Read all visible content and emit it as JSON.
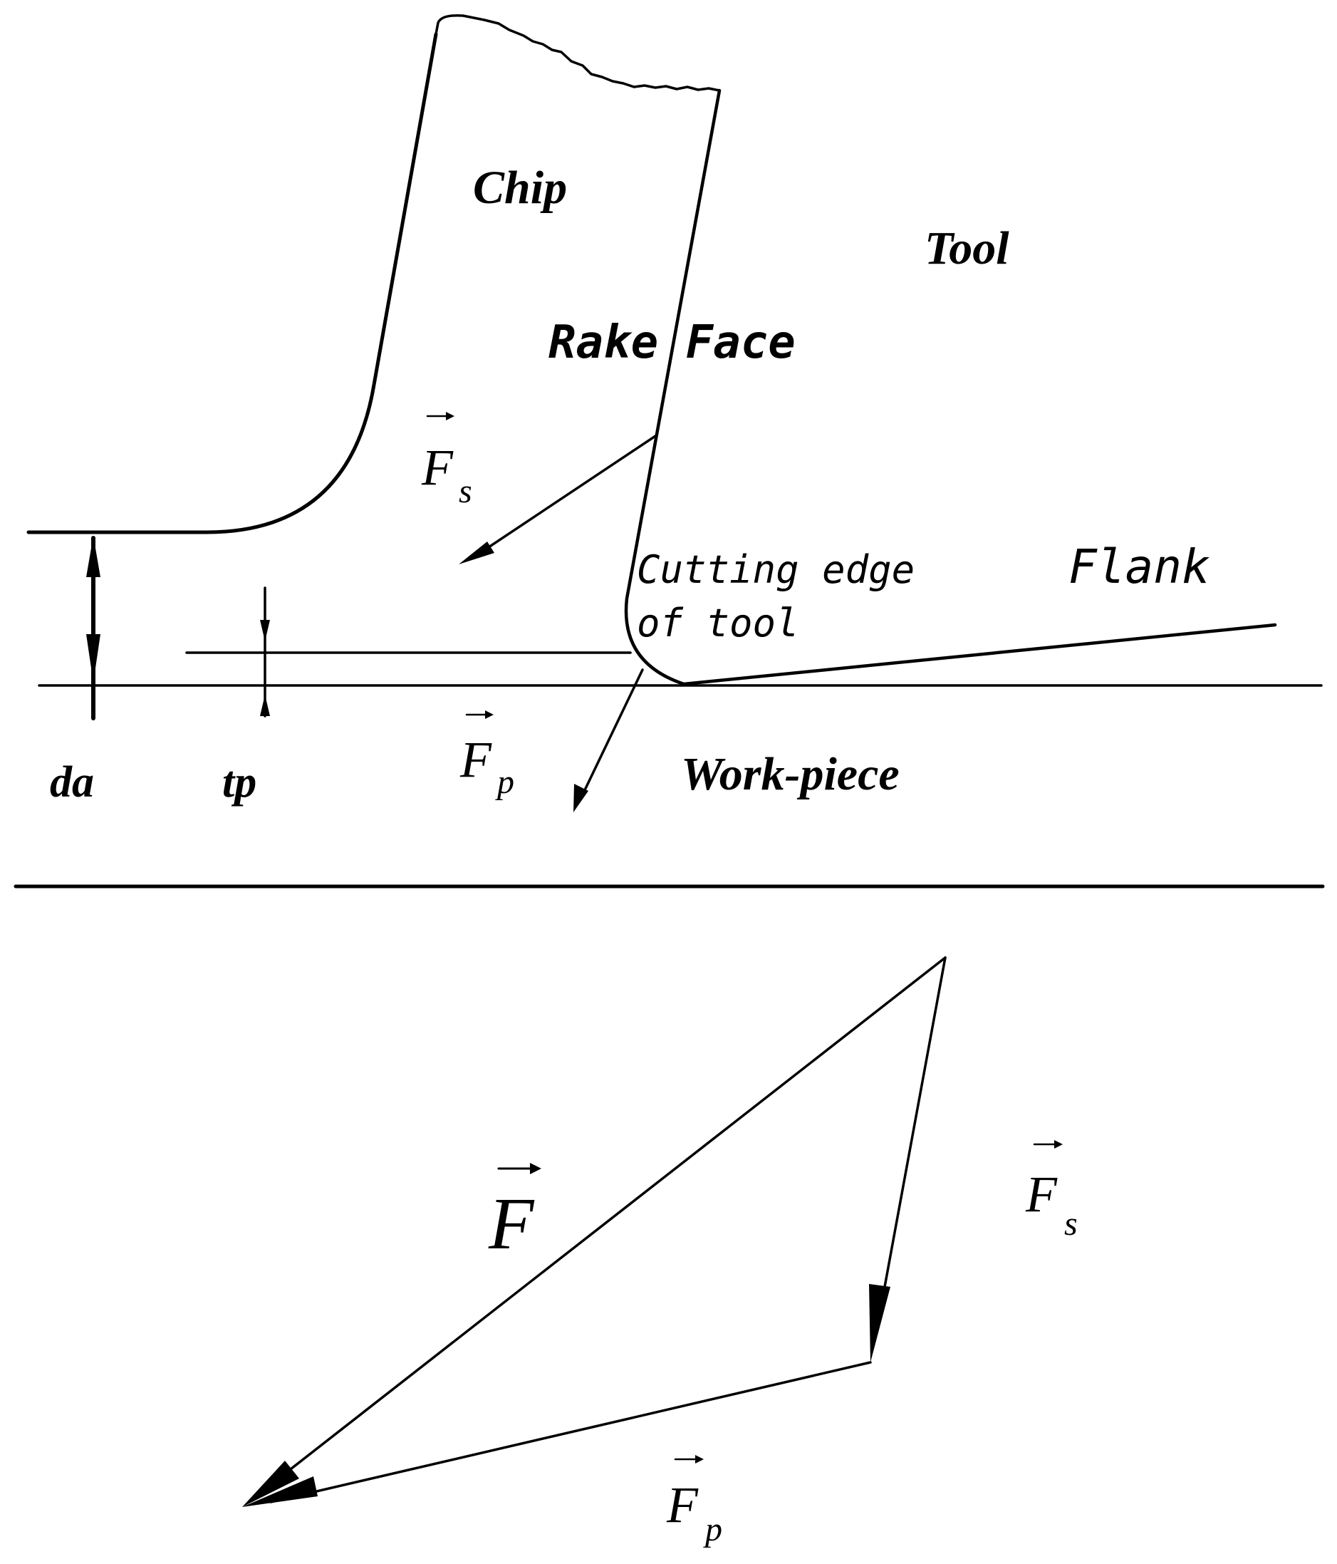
{
  "labels": {
    "chip": "Chip",
    "tool": "Tool",
    "rake_face": "Rake Face",
    "cutting_edge_line1": "Cutting edge",
    "cutting_edge_line2": "of tool",
    "flank": "Flank",
    "work_piece": "Work-piece",
    "da": "da",
    "tp": "tp"
  },
  "forces": {
    "top_fs": {
      "symbol": "F",
      "subscript": "s"
    },
    "top_fp": {
      "symbol": "F",
      "subscript": "p"
    },
    "bottom_f": {
      "symbol": "F",
      "subscript": ""
    },
    "bottom_fs": {
      "symbol": "F",
      "subscript": "s"
    },
    "bottom_fp": {
      "symbol": "F",
      "subscript": "p"
    }
  },
  "colors": {
    "ink": "#000000",
    "background": "#ffffff"
  }
}
